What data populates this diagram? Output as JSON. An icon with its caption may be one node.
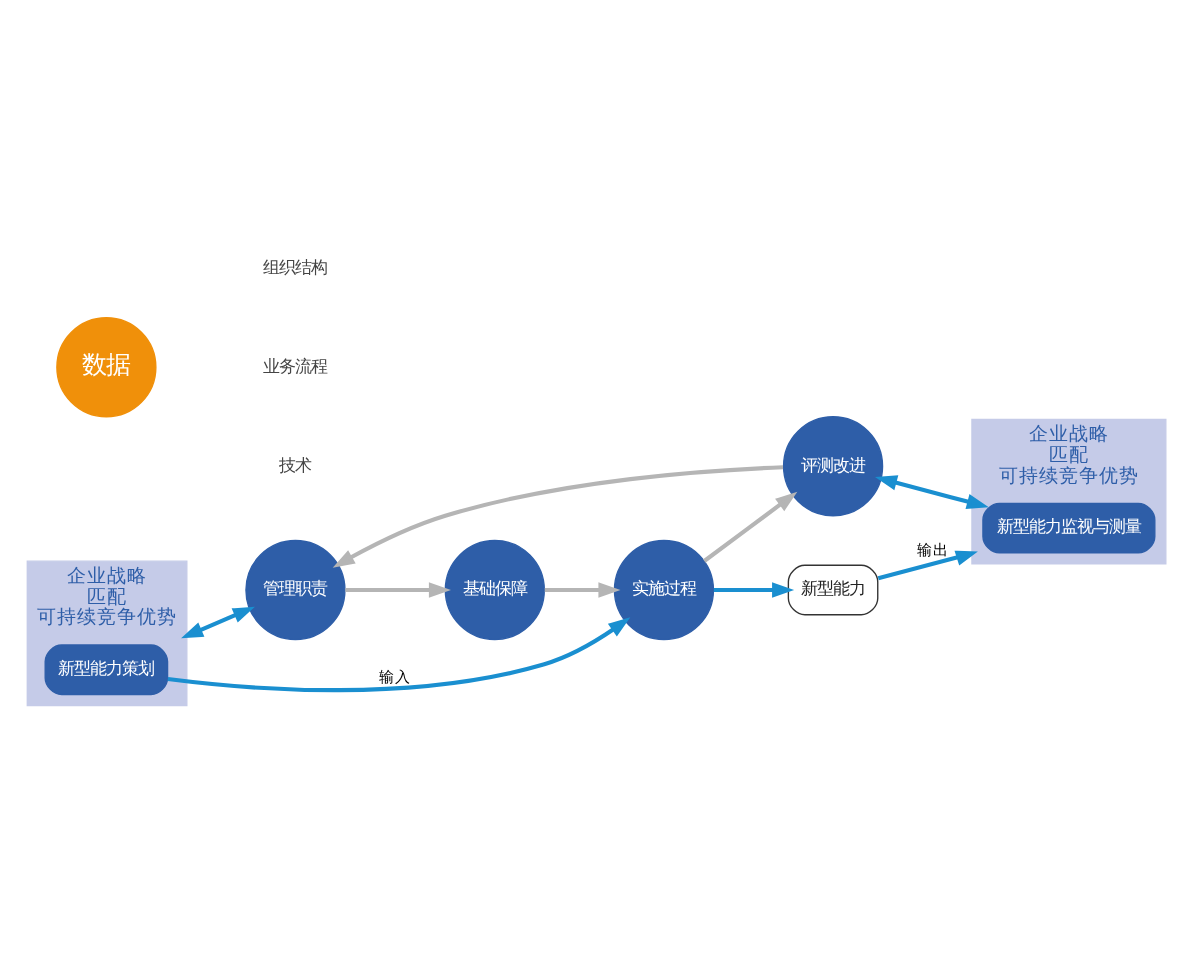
{
  "diagram": {
    "nodes": [
      {
        "text": [
          "企业战略",
          "匹配",
          "可持续竞争优势"
        ]
      },
      {
        "text": [
          "新型能力策划"
        ],
        "in": 0
      },
      {
        "text": [
          "企业战略",
          "匹配",
          "可持续竞争优势"
        ]
      },
      {
        "text": [
          "新型能力监视与测量"
        ],
        "in": 2
      },
      {
        "text": [
          "管理职责"
        ]
      },
      {
        "text": [
          "基础保障"
        ]
      },
      {
        "text": [
          "数据"
        ]
      },
      {
        "text": [
          "评测改进"
        ]
      },
      {
        "text": [
          "实施过程"
        ]
      },
      {
        "text": [
          "新型能力"
        ]
      }
    ],
    "edges": [
      {
        "from": 0,
        "to": 4,
        "arrow": "both"
      },
      {
        "from": 1,
        "to": 8,
        "arrow": "to",
        "label": "输入"
      },
      {
        "from": 8,
        "to": 9,
        "arrow": "to"
      },
      {
        "from": 9,
        "to": 2,
        "arrow": "to",
        "label": "输出"
      },
      {
        "from": 7,
        "to": 3,
        "arrow": "both"
      },
      {
        "from": 4,
        "to": 5,
        "arrow": "to",
        "color": "#b5b5b5"
      },
      {
        "from": 5,
        "to": 8,
        "arrow": "to",
        "color": "#b5b5b5"
      },
      {
        "from": 8,
        "to": 7,
        "arrow": "to",
        "color": "#b5b5b5"
      },
      {
        "from": 7,
        "to": 4,
        "arrow": "to",
        "color": "#b5b5b5"
      }
    ],
    "labels": [
      "组织结构",
      "业务流程",
      "技术"
    ]
  }
}
